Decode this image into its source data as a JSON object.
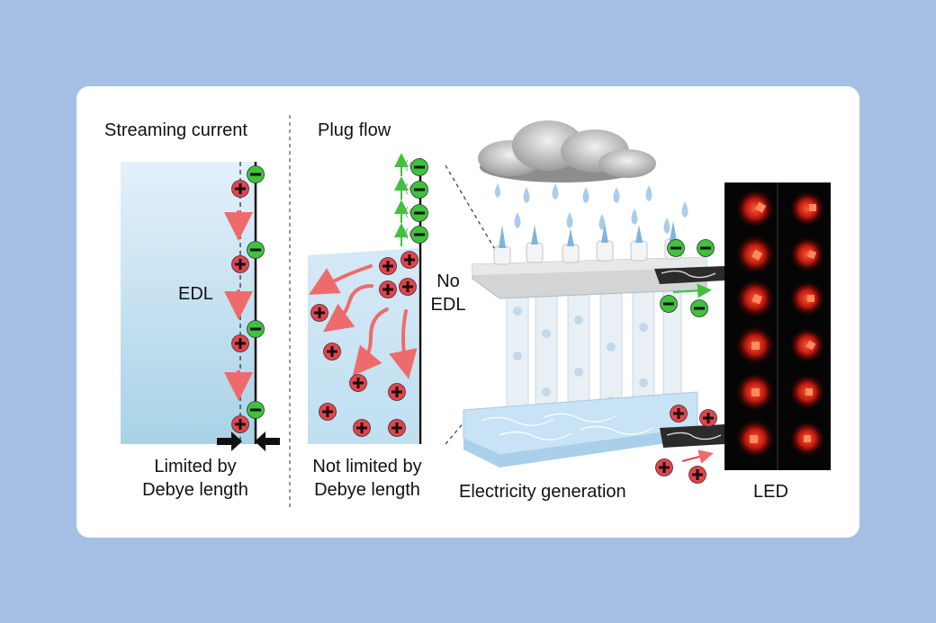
{
  "panels": {
    "streaming": {
      "title": "Streaming current",
      "edl_label": "EDL",
      "caption_line1": "Limited by",
      "caption_line2": "Debye length"
    },
    "plug": {
      "title": "Plug flow",
      "no_edl_line1": "No",
      "no_edl_line2": "EDL",
      "caption_line1": "Not limited by",
      "caption_line2": "Debye length"
    },
    "generation": {
      "caption": "Electricity generation"
    },
    "led": {
      "caption": "LED"
    }
  },
  "symbols": {
    "plus": "+",
    "minus": "−"
  },
  "colors": {
    "page_background": "#a5c0e4",
    "positive_ion": "#e8424c",
    "negative_ion": "#3fc23c",
    "flow_arrow": "#ef6b6b",
    "led_glow": "#ff3b2b"
  }
}
